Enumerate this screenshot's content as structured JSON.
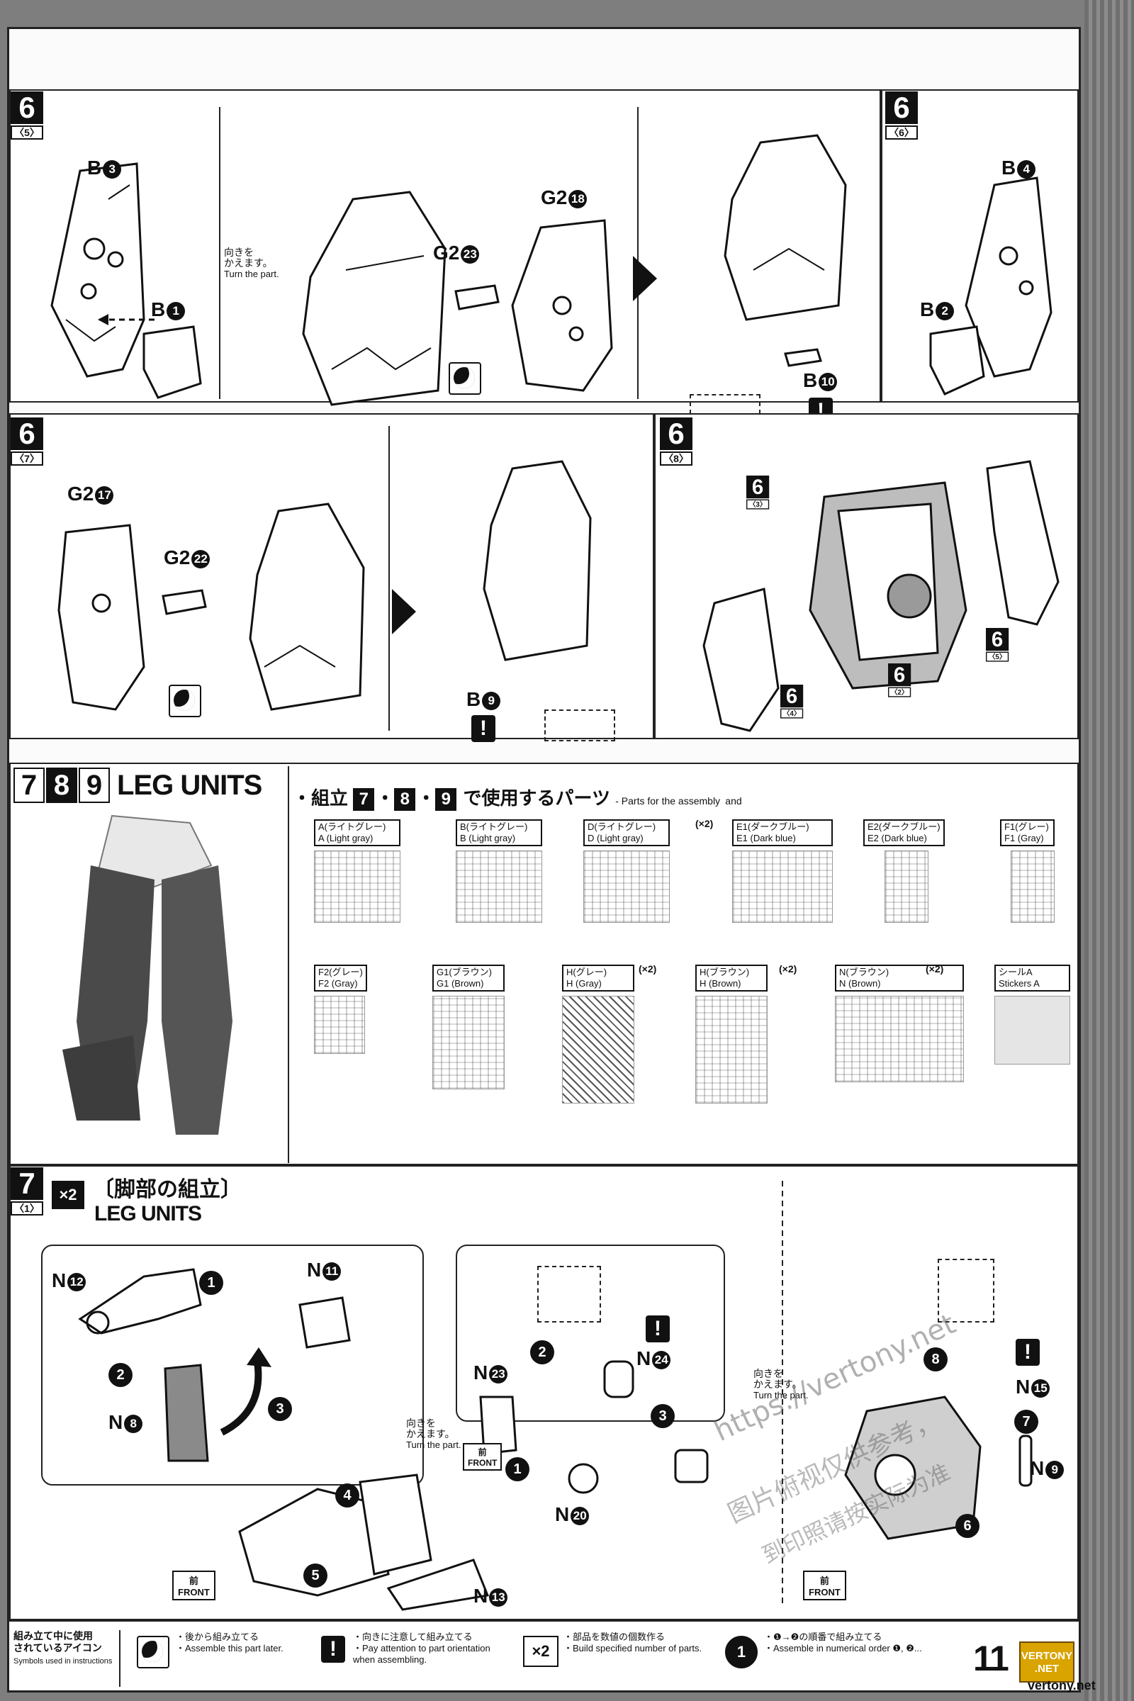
{
  "page": {
    "number": "11",
    "site_footer": "vertony.net",
    "logo_text": [
      "VERTONY",
      ".NET"
    ],
    "watermark": [
      "https://vertony.net",
      "图片俯视仅供参考，",
      "到印照请按实际为准"
    ]
  },
  "step6_5": {
    "badge": "6",
    "sub": "〈5〉",
    "parts": [
      "B",
      "B",
      "G2",
      "G2",
      "B"
    ],
    "part_nums": [
      "3",
      "1",
      "23",
      "18",
      "10"
    ],
    "turn_jp": "向きを\nかえます。",
    "turn_en": "Turn the part."
  },
  "step6_6": {
    "badge": "6",
    "sub": "〈6〉",
    "parts": [
      "B",
      "B"
    ],
    "part_nums": [
      "4",
      "2"
    ]
  },
  "step6_7": {
    "badge": "6",
    "sub": "〈7〉",
    "parts": [
      "G2",
      "G2",
      "B"
    ],
    "part_nums": [
      "17",
      "22",
      "9"
    ]
  },
  "step6_8": {
    "badge": "6",
    "sub": "〈8〉",
    "refs": [
      {
        "num": "6",
        "sub": "〈3〉"
      },
      {
        "num": "6",
        "sub": "〈5〉"
      },
      {
        "num": "6",
        "sub": "〈2〉"
      },
      {
        "num": "6",
        "sub": "〈4〉"
      }
    ]
  },
  "leg_section": {
    "digits": [
      "7",
      "8",
      "9"
    ],
    "title": "LEG UNITS",
    "parts_heading_jp": "・組立",
    "parts_heading_mid": "で使用するパーツ",
    "parts_heading_en": "- Parts for the assembly",
    "parts_heading_en_nums": [
      "7",
      "8",
      "9"
    ],
    "parts_heading_and": "and",
    "runners": [
      {
        "jp": "A(ライトグレー)",
        "en": "A (Light gray)",
        "x2": ""
      },
      {
        "jp": "B(ライトグレー)",
        "en": "B (Light gray)",
        "x2": ""
      },
      {
        "jp": "D(ライトグレー)",
        "en": "D (Light gray)",
        "x2": "(×2)"
      },
      {
        "jp": "E1(ダークブルー)",
        "en": "E1 (Dark blue)",
        "x2": ""
      },
      {
        "jp": "E2(ダークブルー)",
        "en": "E2 (Dark blue)",
        "x2": ""
      },
      {
        "jp": "F1(グレー)",
        "en": "F1 (Gray)",
        "x2": ""
      },
      {
        "jp": "F2(グレー)",
        "en": "F2 (Gray)",
        "x2": ""
      },
      {
        "jp": "G1(ブラウン)",
        "en": "G1 (Brown)",
        "x2": ""
      },
      {
        "jp": "H(グレー)",
        "en": "H (Gray)",
        "x2": "(×2)"
      },
      {
        "jp": "H(ブラウン)",
        "en": "H (Brown)",
        "x2": "(×2)"
      },
      {
        "jp": "N(ブラウン)",
        "en": "N (Brown)",
        "x2": "(×2)"
      },
      {
        "jp": "シールA",
        "en": "Stickers A",
        "x2": ""
      }
    ]
  },
  "step7_1": {
    "badge": "7",
    "sub": "〈1〉",
    "mult": "×2",
    "title_jp": "〔脚部の組立〕",
    "title_en": "LEG UNITS",
    "parts": [
      {
        "code": "N",
        "num": "12"
      },
      {
        "code": "N",
        "num": "11"
      },
      {
        "code": "N",
        "num": "8"
      },
      {
        "code": "N",
        "num": "23"
      },
      {
        "code": "N",
        "num": "24"
      },
      {
        "code": "N",
        "num": "20"
      },
      {
        "code": "N",
        "num": "13"
      },
      {
        "code": "N",
        "num": "15"
      },
      {
        "code": "N",
        "num": "9"
      }
    ],
    "steps": [
      "1",
      "2",
      "3",
      "4",
      "5",
      "1",
      "2",
      "3",
      "6",
      "7",
      "8"
    ],
    "turn_jp": "向きを\nかえます。",
    "turn_en": "Turn the part.",
    "front_jp": "前",
    "front_en": "FRONT"
  },
  "legend": {
    "heading_jp": "組み立て中に使用\nされているアイコン",
    "heading_en": "Symbols used in instructions",
    "items": [
      {
        "jp": "後から組み立てる",
        "en": "Assemble this part later."
      },
      {
        "jp": "向きに注意して組み立てる",
        "en": "Pay attention to part orientation\nwhen assembling."
      },
      {
        "jp": "部品を数値の個数作る",
        "en": "Build specified number of parts."
      },
      {
        "jp": "❶→❷の順番で組み立てる",
        "en": "Assemble in numerical order ❶, ❷..."
      }
    ],
    "mult_label": "×2",
    "order_label": "1"
  }
}
